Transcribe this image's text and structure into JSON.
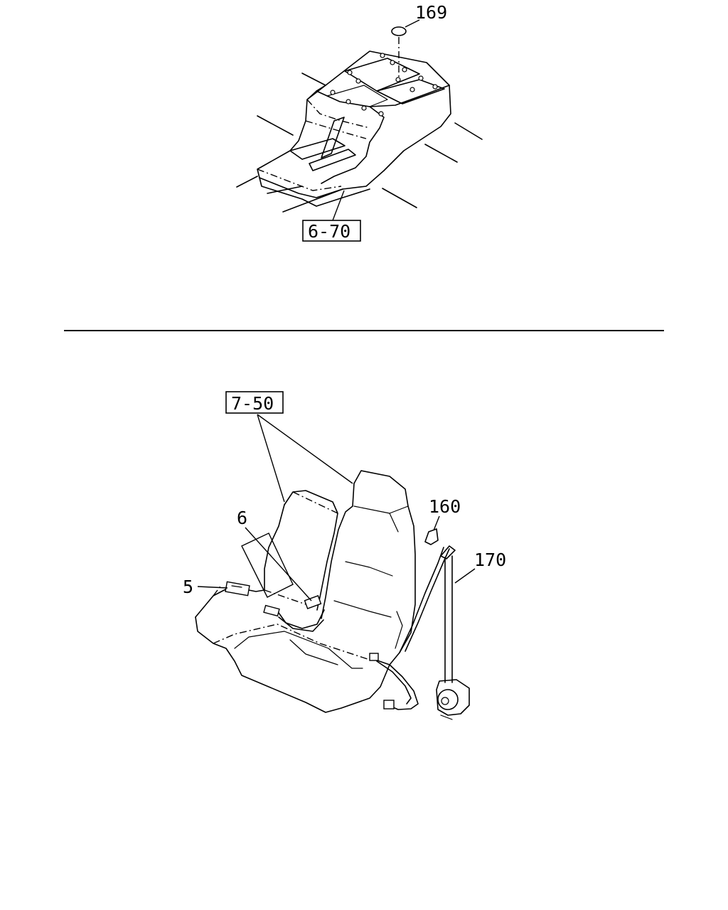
{
  "callouts": {
    "top_box": "6-70",
    "top_part": "169",
    "bottom_box": "7-50",
    "part_6": "6",
    "part_5": "5",
    "part_160": "160",
    "part_170": "170"
  },
  "colors": {
    "line": "#000000",
    "background": "#ffffff"
  }
}
